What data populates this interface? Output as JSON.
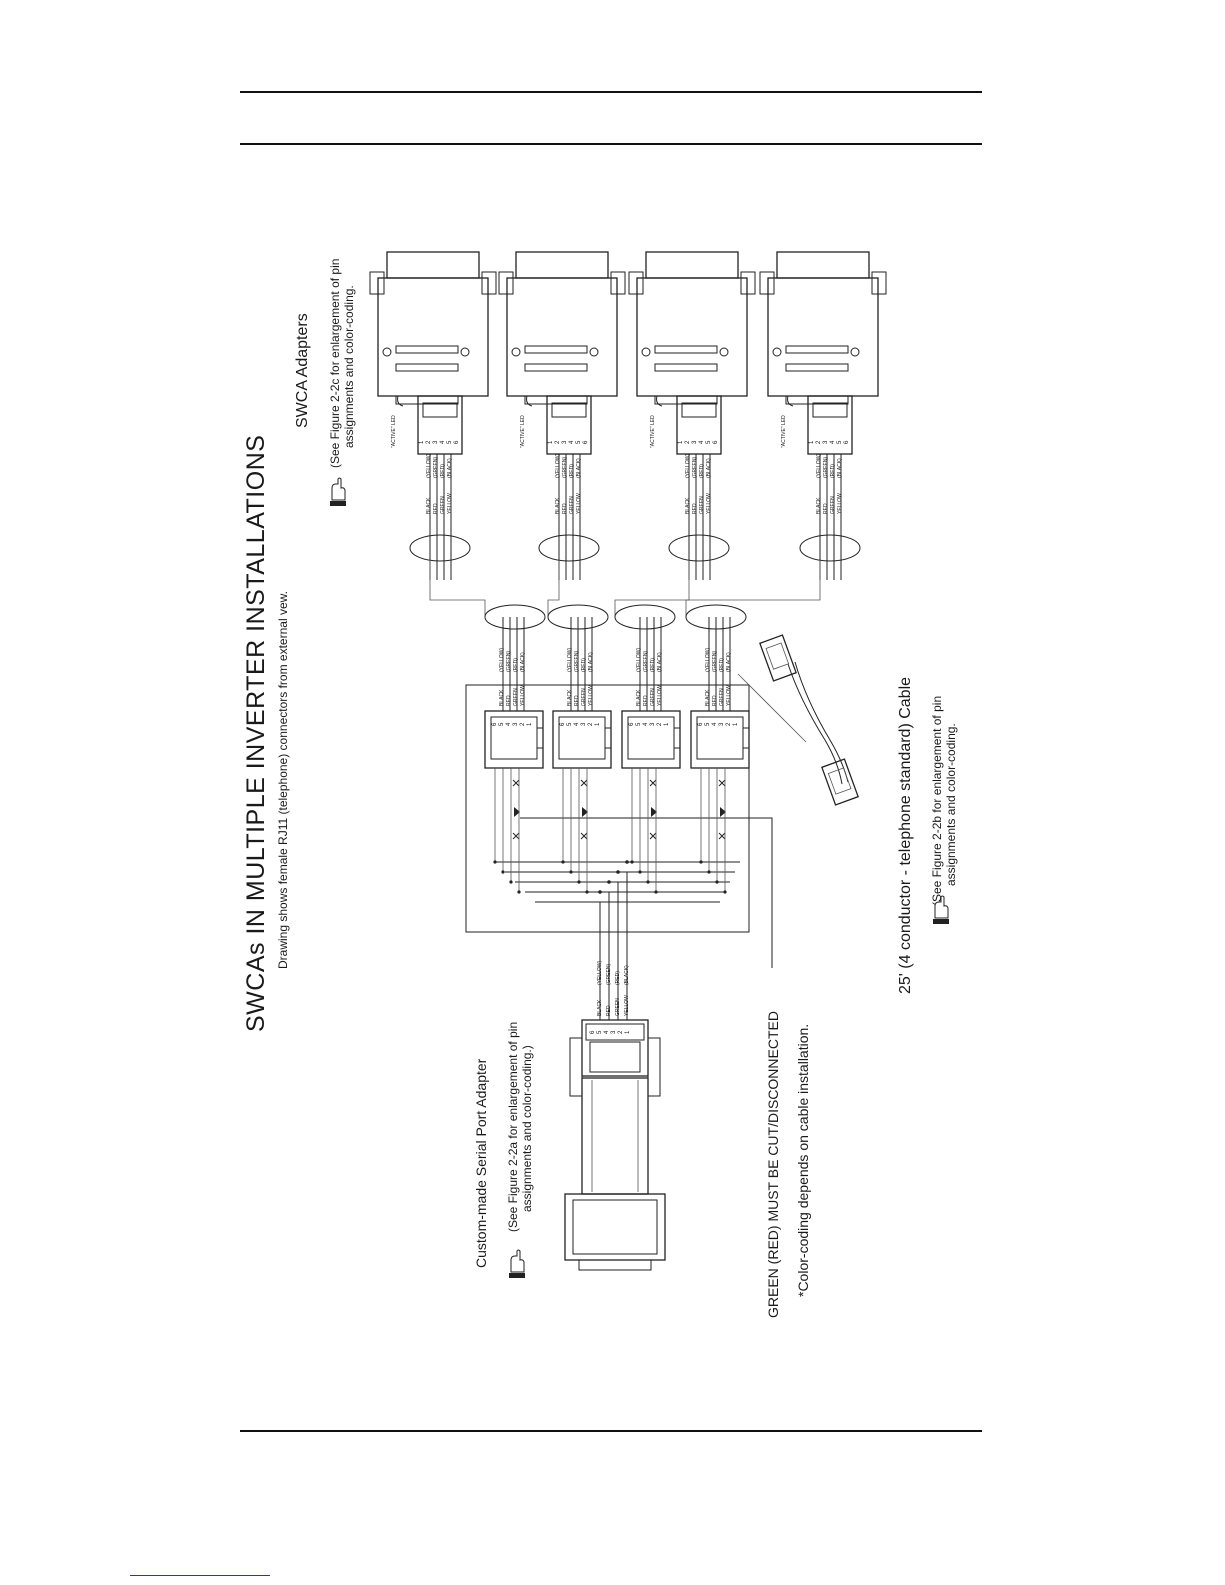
{
  "page": {
    "title": "SWCAs IN MULTIPLE INVERTER INSTALLATIONS",
    "subtitle": "Drawing shows female RJ11 (telephone) connectors from external vew."
  },
  "swca": {
    "label": "SWCA Adapters",
    "note_line1": "(See Figure 2-2c for enlargement of pin",
    "note_line2": "assignments and color-coding.",
    "active_led": "\"ACTIVE\" LED"
  },
  "serial": {
    "label": "Custom-made Serial Port Adapter",
    "note_line1": "(See Figure 2-2a for enlargement of pin",
    "note_line2": "assignments and color-coding.)"
  },
  "cable": {
    "label": "25' (4 conductor - telephone standard) Cable",
    "note_line1": "(See Figure 2-2b for enlargement of pin",
    "note_line2": "assignments and color-coding."
  },
  "warning": {
    "cut": "GREEN (RED) MUST BE CUT/DISCONNECTED",
    "color_note": "*Color-coding depends on cable installation."
  },
  "wire_colors": [
    "BLACK",
    "RED",
    "GREEN",
    "YELLOW"
  ],
  "wire_colors_alt": [
    "(YELLOW)",
    "(GREEN)",
    "(RED)",
    "(BLACK)"
  ],
  "pins": [
    "1",
    "2",
    "3",
    "4",
    "5",
    "6"
  ],
  "icons": {
    "hand": "pointing-hand-icon"
  }
}
